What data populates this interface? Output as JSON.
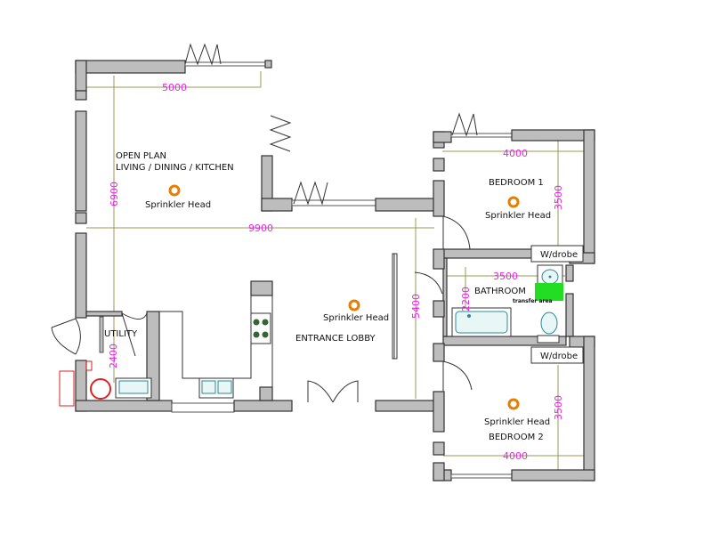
{
  "rooms": {
    "living": [
      "OPEN  PLAN",
      "LIVING  /  DINING  /  KITCHEN"
    ],
    "bedroom1": "BEDROOM  1",
    "bedroom2": "BEDROOM  2",
    "bathroom": "BATHROOM",
    "utility": "UTILITY",
    "lobby": "ENTRANCE  LOBBY",
    "wardrobe_top": "W/drobe",
    "wardrobe_bottom": "W/drobe",
    "transfer": "transfer area"
  },
  "sprinklers": {
    "label": "Sprinkler  Head",
    "color": "#e67e00"
  },
  "dimensions": {
    "living_width": "5000",
    "living_depth": "6900",
    "overall_width": "9900",
    "bed1_width": "4000",
    "bed1_depth": "3500",
    "bathroom_width": "3500",
    "bathroom_depth": "2200",
    "hall_depth": "5400",
    "utility_depth": "2400",
    "bed2_depth": "3500",
    "bed2_width": "4000"
  },
  "colors": {
    "wall": "#bdbdbd",
    "dimension_text": "#ee22ee",
    "dimension_line": "#9a9a55",
    "transfer_area": "#22dd22",
    "boiler": "#dd2222"
  }
}
